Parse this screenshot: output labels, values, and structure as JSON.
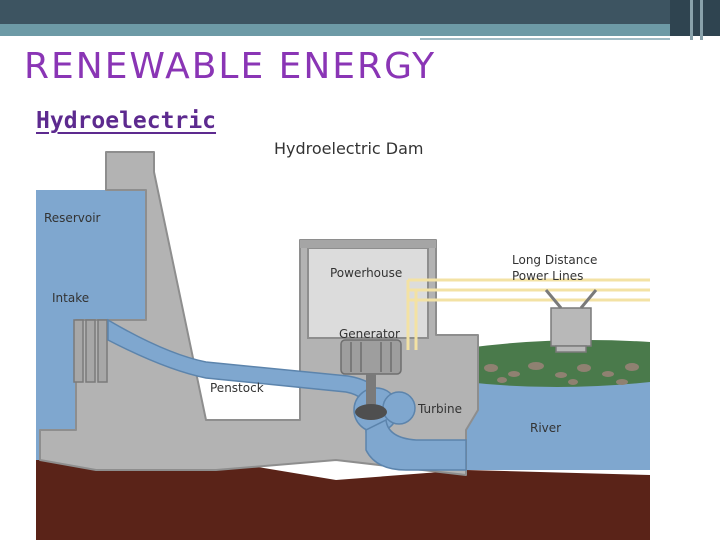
{
  "slide": {
    "title": "RENEWABLE ENERGY",
    "subtitle": "Hydroelectric"
  },
  "diagram": {
    "title": "Hydroelectric Dam",
    "labels": {
      "reservoir": "Reservoir",
      "intake": "Intake",
      "powerhouse": "Powerhouse",
      "generator": "Generator",
      "penstock": "Penstock",
      "turbine": "Turbine",
      "river": "River",
      "power_lines_1": "Long Distance",
      "power_lines_2": "Power Lines"
    }
  },
  "colors": {
    "title": "#8a35b5",
    "subtitle": "#5d2a8f",
    "topbar": "#3d5461",
    "topbar_accent": "#6d9aa6",
    "water": "#7fa7cf",
    "concrete": "#b3b3b3",
    "earth": "#5a2318",
    "land": "#4a7a4b",
    "power_lines": "#f3e2a4"
  }
}
